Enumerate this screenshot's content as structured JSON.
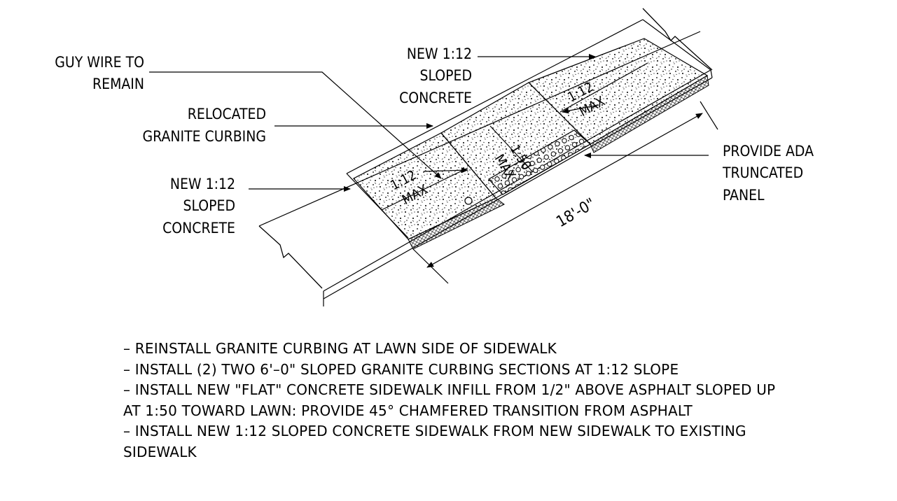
{
  "callouts": {
    "guy_wire": [
      "GUY WIRE TO",
      "REMAIN"
    ],
    "new_sloped_top": [
      "NEW 1:12",
      "SLOPED",
      "CONCRETE"
    ],
    "relocated_curbing": [
      "RELOCATED",
      "GRANITE CURBING"
    ],
    "new_sloped_left": [
      "NEW 1:12",
      "SLOPED",
      "CONCRETE"
    ],
    "ada_panel": [
      "PROVIDE ADA",
      "TRUNCATED",
      "PANEL"
    ]
  },
  "slope_labels": {
    "left": [
      "1:12",
      "MAX"
    ],
    "center": [
      "1:50",
      "MAX"
    ],
    "right": [
      "1:12",
      "MAX"
    ]
  },
  "dimension": "18'-0\"",
  "notes": [
    "– REINSTALL GRANITE CURBING AT LAWN SIDE OF SIDEWALK",
    "– INSTALL (2) TWO 6'–0\" SLOPED GRANITE CURBING SECTIONS AT 1:12 SLOPE",
    "– INSTALL NEW \"FLAT\" CONCRETE SIDEWALK INFILL FROM 1/2\" ABOVE ASPHALT SLOPED UP",
    "AT 1:50 TOWARD LAWN: PROVIDE 45° CHAMFERED TRANSITION FROM ASPHALT",
    "– INSTALL NEW 1:12 SLOPED CONCRETE SIDEWALK FROM NEW SIDEWALK TO EXISTING",
    "SIDEWALK"
  ]
}
